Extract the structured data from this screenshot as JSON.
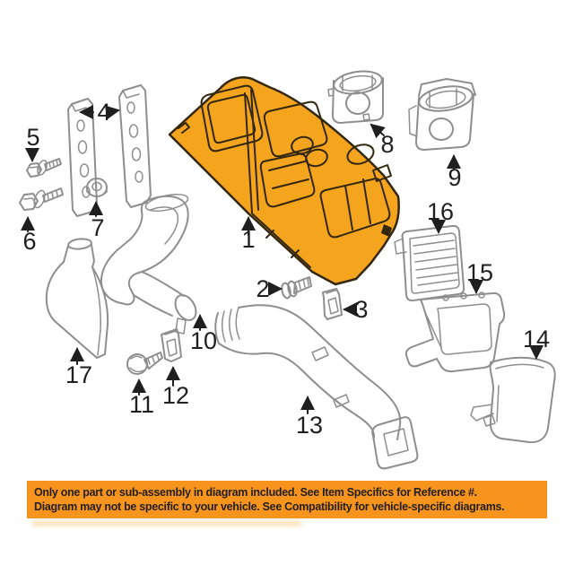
{
  "diagram": {
    "highlight_color": "#F4A41D",
    "part_line_color": "#8e8e8e",
    "ink_color": "#1f1f1f",
    "labels": [
      {
        "ref": "1"
      },
      {
        "ref": "2"
      },
      {
        "ref": "3"
      },
      {
        "ref": "4"
      },
      {
        "ref": "5"
      },
      {
        "ref": "6"
      },
      {
        "ref": "7"
      },
      {
        "ref": "8"
      },
      {
        "ref": "9"
      },
      {
        "ref": "10"
      },
      {
        "ref": "11"
      },
      {
        "ref": "12"
      },
      {
        "ref": "13"
      },
      {
        "ref": "14"
      },
      {
        "ref": "15"
      },
      {
        "ref": "16"
      },
      {
        "ref": "17"
      }
    ]
  },
  "banner": {
    "background": "#F7941D",
    "text_color": "#231f20",
    "line1": "Only one part or sub-assembly in diagram included. See Item Specifics for Reference #.",
    "line2": "Diagram may not be specific to your vehicle. See Compatibility for vehicle-specific diagrams."
  }
}
